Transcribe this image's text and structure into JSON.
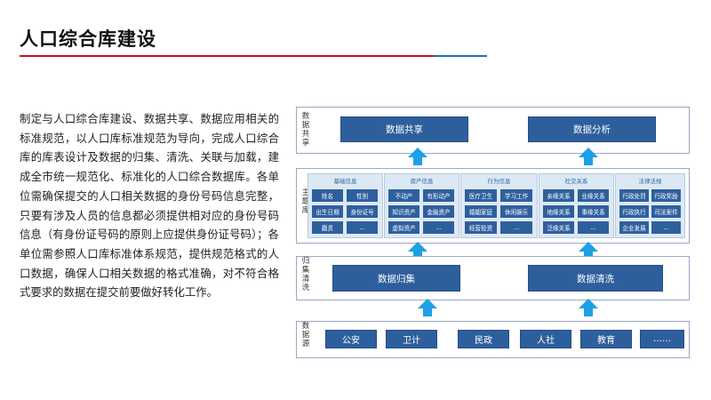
{
  "page": {
    "title": "人口综合库建设",
    "description": "制定与人口综合库建设、数据共享、数据应用相关的标准规范，以人口库标准规范为导向，完成人口综合库的库表设计及数据的归集、清洗、关联与加载，建成全市统一规范化、标准化的人口综合数据库。各单位需确保提交的人口相关数据的身份号码信息完整，只要有涉及人员的信息都必须提供相对应的身份号码信息（有身份证号码的原则上应提供身份证号码）；各单位需参照人口库标准体系规范，提供规范格式的人口数据，确保人口相关数据的格式准确，对不符合格式要求的数据在提交前要做好转化工作。"
  },
  "diagram": {
    "layers": {
      "share": {
        "label": "数据共享",
        "boxes": [
          "数据共享",
          "数据分析"
        ]
      },
      "theme": {
        "label": "主题库",
        "groups": [
          {
            "title": "基础信息",
            "cells": [
              "姓名",
              "性别",
              "出生日期",
              "身份证号",
              "籍贯",
              "…"
            ]
          },
          {
            "title": "资产信息",
            "cells": [
              "不动产",
              "有形动产",
              "知识资产",
              "金融资产",
              "虚拟资产",
              "…"
            ]
          },
          {
            "title": "行为信息",
            "cells": [
              "医疗卫生",
              "学习工作",
              "婚姻家庭",
              "休闲娱乐",
              "经营投资",
              "…"
            ]
          },
          {
            "title": "社交关系",
            "cells": [
              "亲缘关系",
              "业缘关系",
              "地缘关系",
              "事缘关系",
              "泛缘关系",
              "…"
            ]
          },
          {
            "title": "法律法规",
            "cells": [
              "行政处罚",
              "行政奖励",
              "行政执行",
              "司法案件",
              "企业发展",
              "…"
            ]
          }
        ]
      },
      "collect": {
        "label": "归集清洗",
        "boxes": [
          "数据归集",
          "数据清洗"
        ]
      },
      "source": {
        "label": "数据源",
        "boxes": [
          "公安",
          "卫计",
          "民政",
          "人社",
          "教育",
          "……"
        ]
      }
    }
  },
  "colors": {
    "title_underline": "#c4161c",
    "accent_blue": "#1e6fbf",
    "box_fill": "#2e5f9d",
    "arrow": "#1ea0e6",
    "group_fill": "#dce9f5"
  }
}
